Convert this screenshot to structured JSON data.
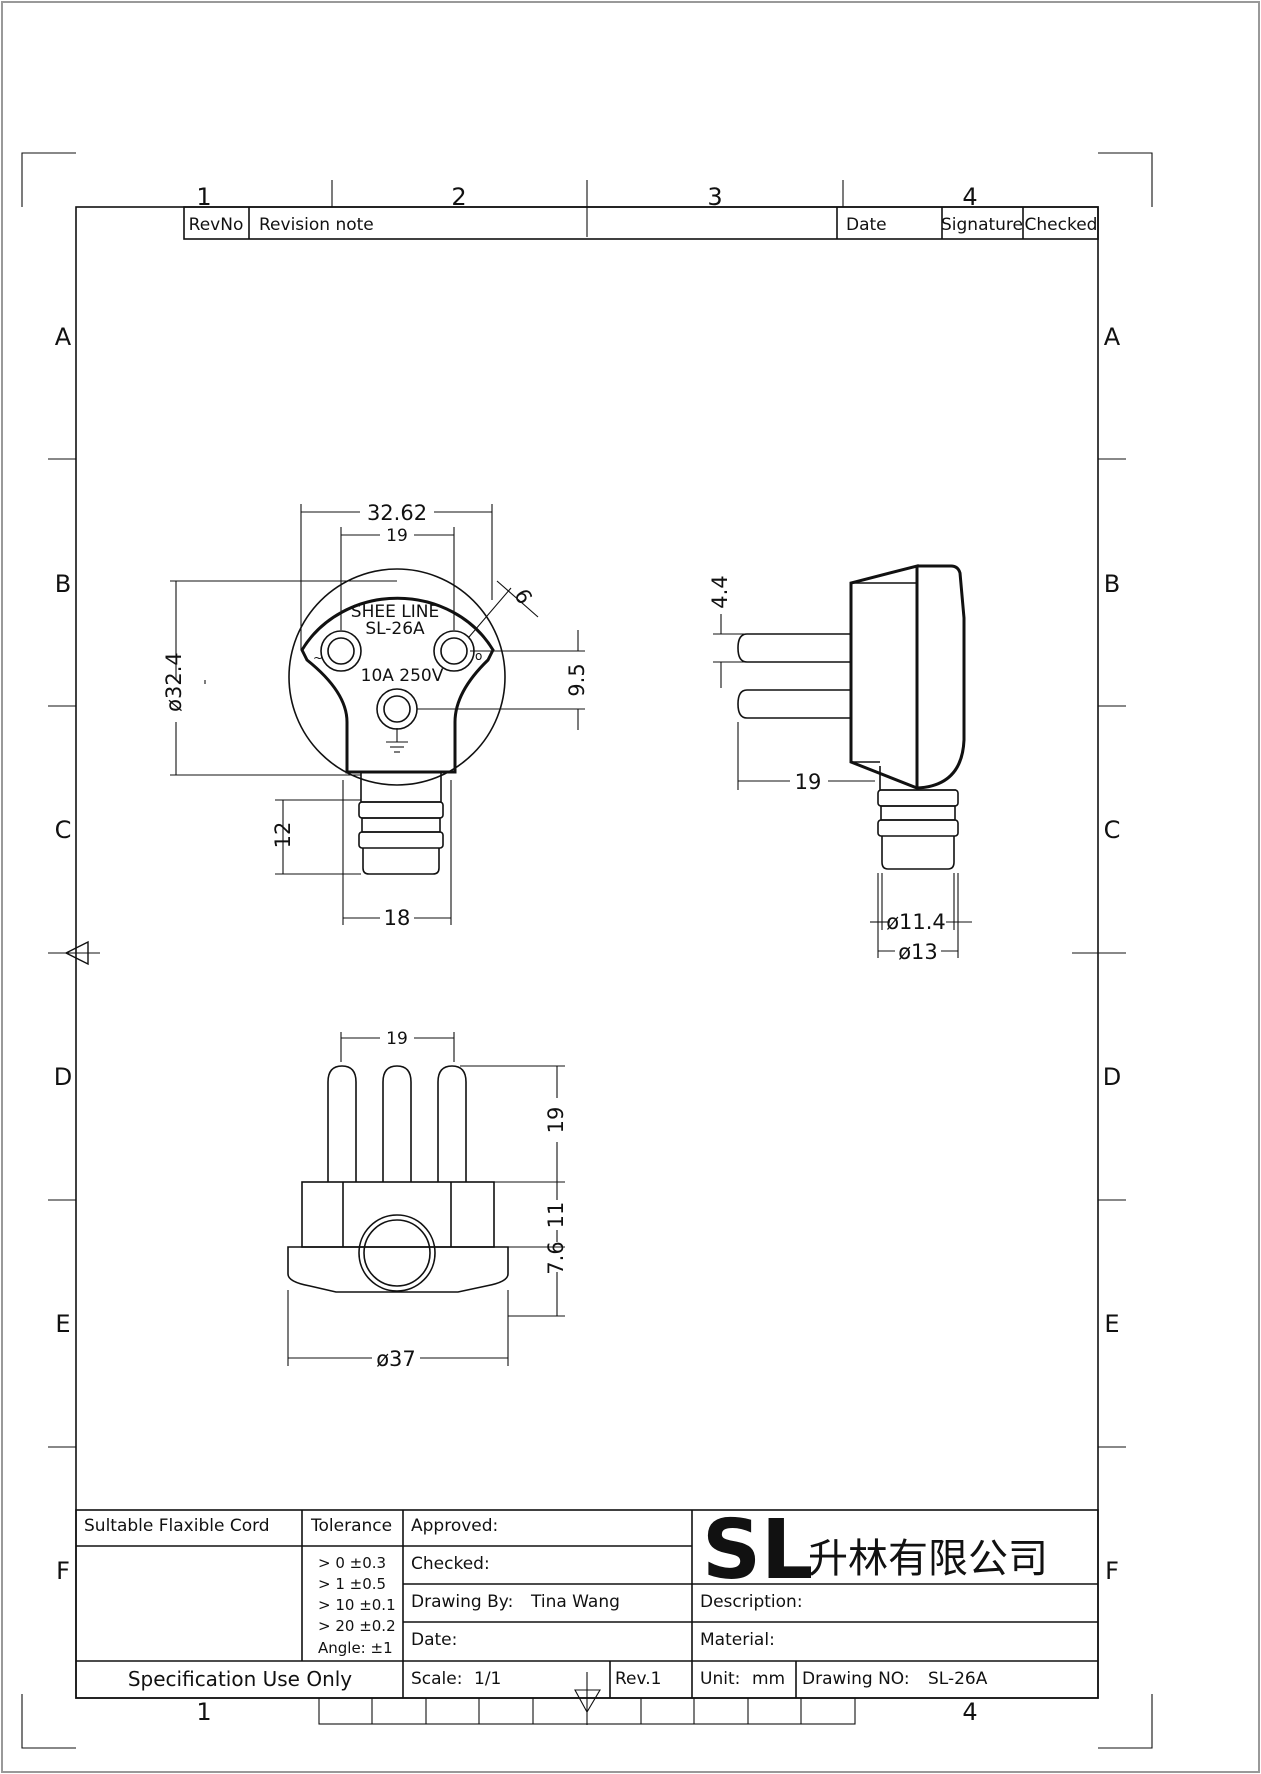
{
  "zones": {
    "columns_top": [
      "1",
      "2",
      "3",
      "4"
    ],
    "columns_bottom_left": "1",
    "columns_bottom_right": "4",
    "rows": [
      "A",
      "B",
      "C",
      "D",
      "E",
      "F"
    ]
  },
  "revision_table": {
    "revno": "RevNo",
    "note": "Revision note",
    "date": "Date",
    "signature": "Signature",
    "checked": "Checked"
  },
  "plug_face": {
    "brand": "SHEE LINE",
    "model": "SL-26A",
    "rating": "10A 250V",
    "live_mark": "~",
    "neutral_mark": "o",
    "ground_mark": "⏚"
  },
  "dimensions": {
    "width_outer": "32.62",
    "pin_spacing": "19",
    "diameter_face": "ø32.4",
    "pin_diameter": "6",
    "vertical_offset": "9.5",
    "sleeve_length": "12",
    "sleeve_width": "18",
    "pin_height_side": "4.4",
    "pin_length_side": "19",
    "cord_inner": "ø11.4",
    "cord_outer": "ø13",
    "pin_spacing_bottom": "19",
    "pin_length_bottom": "19",
    "cap_height": "11",
    "base_height": "7.6",
    "base_diameter": "ø37"
  },
  "title_block": {
    "cord_header": "Sultable Flaxible Cord",
    "tolerance_header": "Tolerance",
    "tolerances": [
      "> 0  ±0.3",
      "> 1  ±0.5",
      "> 10  ±0.1",
      "> 20  ±0.2",
      "Angle: ±1"
    ],
    "approved": "Approved:",
    "checked": "Checked:",
    "drawing_by_label": "Drawing By:",
    "drawing_by_value": "Tina Wang",
    "date_label": "Date:",
    "logo": "SL",
    "company": "升林有限公司",
    "description_label": "Description:",
    "material_label": "Material:",
    "spec": "Specification Use Only",
    "scale_label": "Scale:",
    "scale_value": "1/1",
    "rev": "Rev.1",
    "unit_label": "Unit:",
    "unit_value": "mm",
    "drawing_no_label": "Drawing NO:",
    "drawing_no_value": "SL-26A"
  }
}
